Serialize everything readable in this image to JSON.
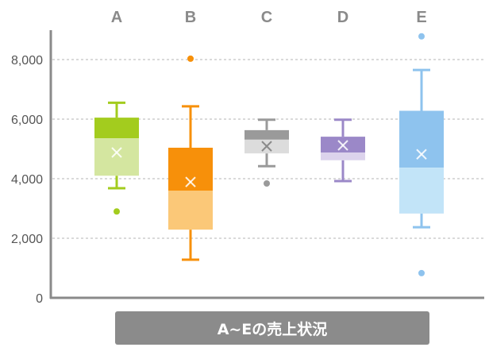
{
  "chart_data": {
    "type": "boxplot",
    "title": "A~Eの売上状況",
    "xlabel": "",
    "ylabel": "",
    "ylim": [
      0,
      9000
    ],
    "yticks": [
      0,
      2000,
      4000,
      6000,
      8000
    ],
    "ytick_labels": [
      "0",
      "2,000",
      "4,000",
      "6,000",
      "8,000"
    ],
    "grid": true,
    "categories": [
      "A",
      "B",
      "C",
      "D",
      "E"
    ],
    "series": [
      {
        "name": "A",
        "min": 3680,
        "q1": 4100,
        "median": 5360,
        "q3": 6050,
        "max": 6550,
        "mean": 4880,
        "outliers": [
          2900
        ],
        "color": "#a3cc1e",
        "light": "#d4e6a0"
      },
      {
        "name": "B",
        "min": 1280,
        "q1": 2290,
        "median": 3600,
        "q3": 5040,
        "max": 6430,
        "mean": 3890,
        "outliers": [
          8030
        ],
        "color": "#f7900a",
        "light": "#fbc878"
      },
      {
        "name": "C",
        "min": 4420,
        "q1": 4850,
        "median": 5310,
        "q3": 5630,
        "max": 5980,
        "mean": 5090,
        "outliers": [
          3840
        ],
        "color": "#9a9a9a",
        "light": "#dcdcdc"
      },
      {
        "name": "D",
        "min": 3920,
        "q1": 4620,
        "median": 4880,
        "q3": 5410,
        "max": 5980,
        "mean": 5120,
        "outliers": [],
        "color": "#9b88c8",
        "light": "#dcd3ec"
      },
      {
        "name": "E",
        "min": 2370,
        "q1": 2830,
        "median": 4370,
        "q3": 6280,
        "max": 7650,
        "mean": 4820,
        "outliers": [
          8780,
          830
        ],
        "color": "#8ec3ee",
        "light": "#c2e4f8"
      }
    ]
  }
}
